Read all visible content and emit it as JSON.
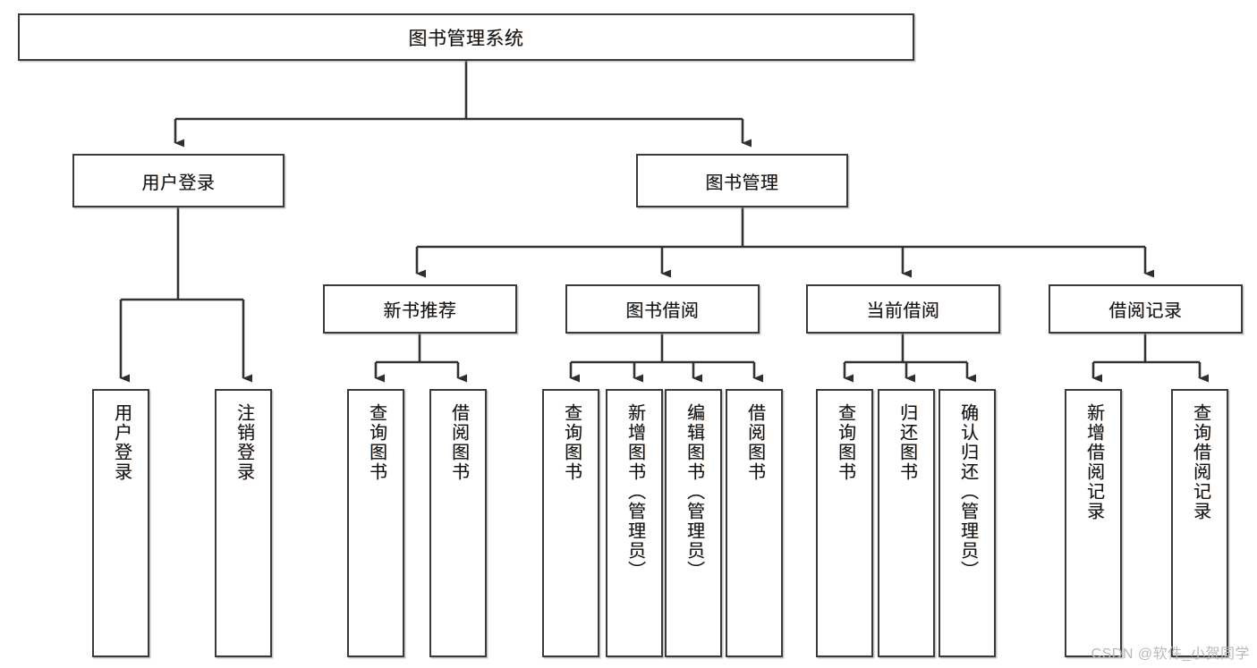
{
  "diagram": {
    "title": "图书管理系统",
    "type": "hierarchy-tree",
    "watermark": "CSDN @软件_小贺同学",
    "colors": {
      "box_border": "#3a3a3a",
      "box_fill": "#ffffff",
      "connector": "#333333",
      "text": "#121212",
      "watermark": "#b9b9b9",
      "background": "#ffffff"
    }
  },
  "nodes": {
    "root": {
      "label": "图书管理系统"
    },
    "level2": [
      {
        "id": "user-login",
        "label": "用户登录"
      },
      {
        "id": "book-management",
        "label": "图书管理"
      }
    ],
    "level3": [
      {
        "id": "new-book-recommend",
        "label": "新书推荐"
      },
      {
        "id": "book-borrow",
        "label": "图书借阅"
      },
      {
        "id": "current-borrow",
        "label": "当前借阅"
      },
      {
        "id": "borrow-record",
        "label": "借阅记录"
      }
    ],
    "leaves": [
      {
        "id": "leaf-user-login",
        "label": "用户登录",
        "parent": "user-login"
      },
      {
        "id": "leaf-user-logout",
        "label": "注销登录",
        "parent": "user-login"
      },
      {
        "id": "leaf-query-book-1",
        "label": "查询图书",
        "parent": "new-book-recommend"
      },
      {
        "id": "leaf-borrow-book-1",
        "label": "借阅图书",
        "parent": "new-book-recommend"
      },
      {
        "id": "leaf-query-book-2",
        "label": "查询图书",
        "parent": "book-borrow"
      },
      {
        "id": "leaf-add-book",
        "label": "新增图书（管理员）",
        "parent": "book-borrow"
      },
      {
        "id": "leaf-edit-book",
        "label": "编辑图书（管理员）",
        "parent": "book-borrow"
      },
      {
        "id": "leaf-borrow-book-2",
        "label": "借阅图书",
        "parent": "book-borrow"
      },
      {
        "id": "leaf-query-book-3",
        "label": "查询图书",
        "parent": "current-borrow"
      },
      {
        "id": "leaf-return-book",
        "label": "归还图书",
        "parent": "current-borrow"
      },
      {
        "id": "leaf-confirm-return",
        "label": "确认归还（管理员）",
        "parent": "current-borrow"
      },
      {
        "id": "leaf-add-record",
        "label": "新增借阅记录",
        "parent": "borrow-record"
      },
      {
        "id": "leaf-query-record",
        "label": "查询借阅记录",
        "parent": "borrow-record"
      }
    ]
  }
}
